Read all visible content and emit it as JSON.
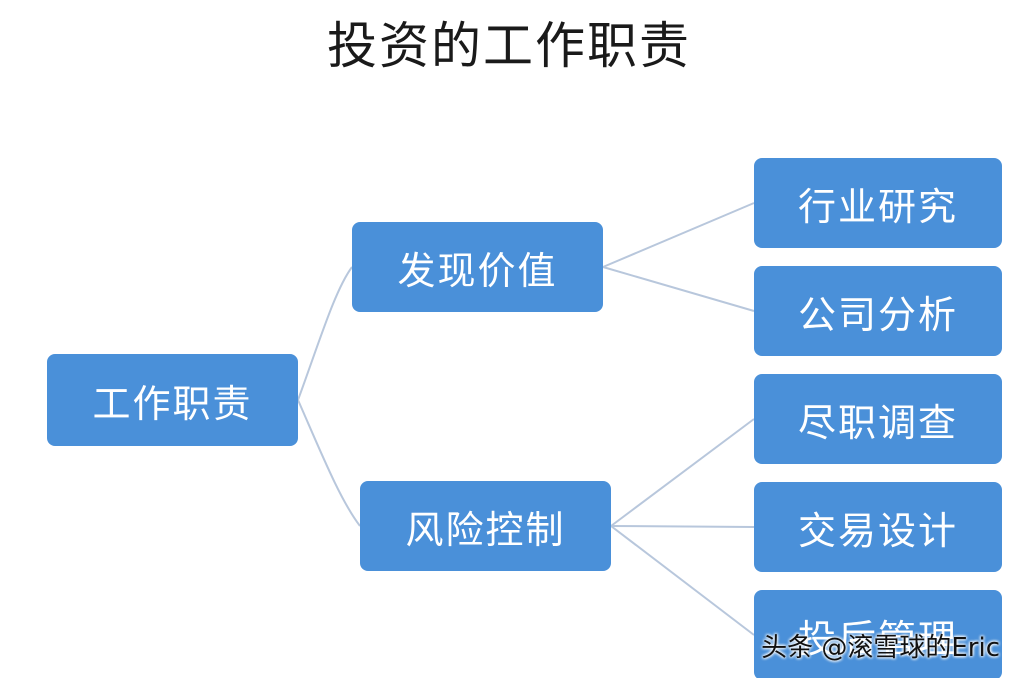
{
  "title": "投资的工作职责",
  "colors": {
    "node_fill": "#4a90d9",
    "connector": "#b8c7dc",
    "node_text": "#ffffff"
  },
  "root": {
    "label": "工作职责"
  },
  "branches": [
    {
      "label": "发现价值",
      "children": [
        "行业研究",
        "公司分析"
      ]
    },
    {
      "label": "风险控制",
      "children": [
        "尽职调查",
        "交易设计",
        "投后管理"
      ]
    }
  ],
  "watermark": "头条 @滚雪球的Eric"
}
